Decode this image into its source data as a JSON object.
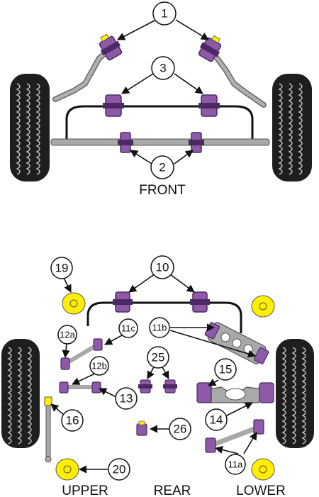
{
  "front": {
    "caption": "FRONT",
    "callouts": {
      "c1": "1",
      "c2": "2",
      "c3": "3"
    }
  },
  "rear": {
    "captions": {
      "upper": "UPPER",
      "rear": "REAR",
      "lower": "LOWER"
    },
    "callouts": {
      "c10": "10",
      "c11a": "11a",
      "c11b": "11b",
      "c11c": "11c",
      "c12a": "12a",
      "c12b": "12b",
      "c13": "13",
      "c14": "14",
      "c15": "15",
      "c16": "16",
      "c19": "19",
      "c20": "20",
      "c25": "25",
      "c26": "26"
    }
  },
  "colors": {
    "bush": "#8e5aa7",
    "bush_dark": "#4b2a63",
    "bar": "#a9a9a9",
    "tyre": "#1e1e1e",
    "yellow": "#ffee00"
  }
}
